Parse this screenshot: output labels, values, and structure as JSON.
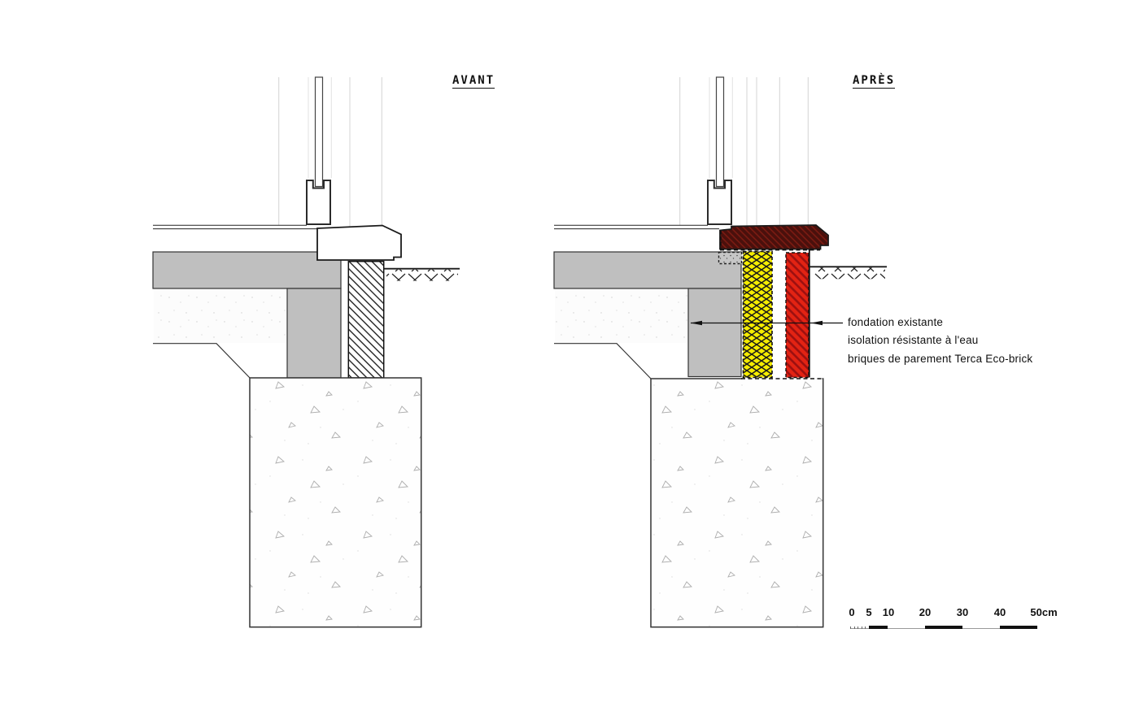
{
  "titles": {
    "before": "AVANT",
    "after": "APRÈS"
  },
  "annotation": {
    "lines": [
      "fondation existante",
      "isolation résistante à l'eau",
      "briques de parement Terca Eco-brick"
    ]
  },
  "scale_bar": {
    "labels": [
      "0",
      "5",
      "10",
      "20",
      "30",
      "40",
      "50cm"
    ]
  },
  "colors": {
    "insulation_yellow": "#f5ec00",
    "insulation_hatch": "#1a1a1a",
    "brick_red": "#e32313",
    "brick_red_hatch": "#9c1010",
    "sill_maroon": "#4a100c",
    "sill_maroon_hatch": "#7c1b12",
    "slab_gray": "#bfbfbf",
    "line_black": "#1a1a1a"
  }
}
